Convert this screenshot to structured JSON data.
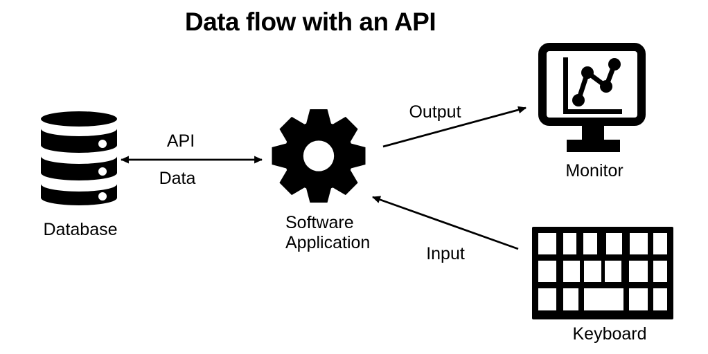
{
  "title": "Data flow with an API",
  "colors": {
    "foreground": "#000000",
    "background": "#ffffff"
  },
  "nodes": {
    "database": {
      "label": "Database",
      "icon": "database-icon"
    },
    "software_application": {
      "label_line1": "Software",
      "label_line2": "Application",
      "icon": "gear-icon"
    },
    "monitor": {
      "label": "Monitor",
      "icon": "monitor-icon"
    },
    "keyboard": {
      "label": "Keyboard",
      "icon": "keyboard-icon"
    }
  },
  "edges": {
    "database_software": {
      "type": "bidirectional-arrow",
      "from": "Database",
      "to": "Software Application",
      "label_above": "API",
      "label_below": "Data"
    },
    "software_monitor": {
      "type": "arrow",
      "from": "Software Application",
      "to": "Monitor",
      "label": "Output"
    },
    "keyboard_software": {
      "type": "arrow",
      "from": "Keyboard",
      "to": "Software Application",
      "label": "Input"
    }
  }
}
